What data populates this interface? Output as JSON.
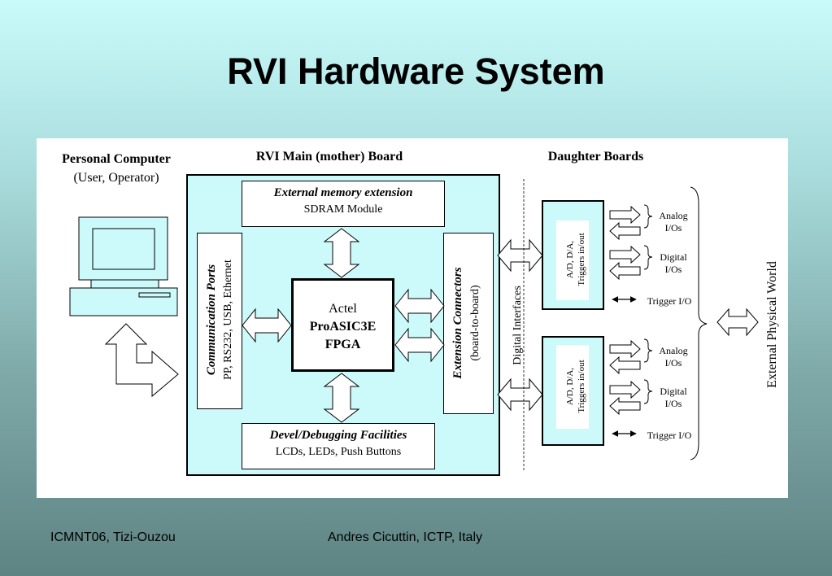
{
  "title": "RVI Hardware System",
  "pc": {
    "title": "Personal Computer",
    "subtitle": "(User, Operator)"
  },
  "main_board": {
    "title": "RVI Main (mother) Board",
    "memory": {
      "title": "External memory extension",
      "subtitle": "SDRAM Module"
    },
    "comm": {
      "title": "Communication Ports",
      "subtitle": "PP, RS232, USB, Ethernet"
    },
    "fpga": {
      "line1": "Actel",
      "line2": "ProASIC3E",
      "line3": "FPGA"
    },
    "ext": {
      "title": "Extension Connectors",
      "subtitle": "(board-to-board)"
    },
    "devel": {
      "title": "Devel/Debugging Facilities",
      "subtitle": "LCDs, LEDs, Push Buttons"
    }
  },
  "digital_interfaces": "Digital Interfaces",
  "daughter": {
    "title": "Daughter Boards",
    "boards": [
      {
        "inner1": "A/D, D/A,",
        "inner2": "Triggers in/out",
        "analog1": "Analog",
        "analog2": "I/Os",
        "digital1": "Digital",
        "digital2": "I/Os",
        "trigger": "Trigger I/O"
      },
      {
        "inner1": "A/D, D/A,",
        "inner2": "Triggers in/out",
        "analog1": "Analog",
        "analog2": "I/Os",
        "digital1": "Digital",
        "digital2": "I/Os",
        "trigger": "Trigger I/O"
      }
    ]
  },
  "external_world": "External Physical World",
  "footer": {
    "left": "ICMNT06, Tizi-Ouzou",
    "center": "Andres Cicuttin, ICTP, Italy"
  }
}
